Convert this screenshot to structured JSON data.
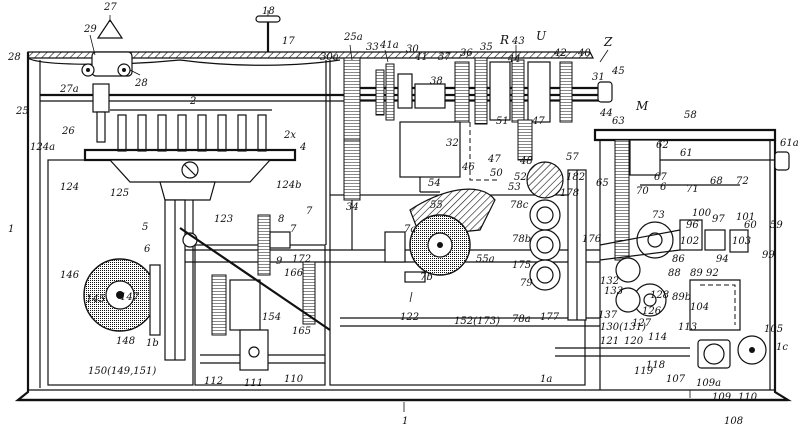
{
  "labels": {
    "l1": "1",
    "l1a": "1a",
    "l1b": "1b",
    "l1c": "1c",
    "l2": "2",
    "l2x": "2x",
    "l4": "4",
    "l5": "5",
    "l6": "6",
    "l7": "7",
    "l8": "8",
    "l9": "9",
    "l6b": "6",
    "l7a": "7a",
    "l7b": "7b",
    "l7c": "7",
    "l17": "17",
    "l18": "18",
    "l25": "25",
    "l25a": "25a",
    "l26": "26",
    "l27": "27",
    "l27a": "27a",
    "l28a": "28",
    "l28b": "28",
    "l29": "29",
    "l30": "30",
    "l30a": "30a",
    "l31": "31",
    "l32": "32",
    "l33": "33",
    "l34": "34",
    "l35": "35",
    "l36": "36",
    "l37": "37",
    "l38": "38",
    "l39": "39",
    "l40": "40",
    "l41": "41",
    "l41a": "41a",
    "l42": "42",
    "l43": "43",
    "l44": "44",
    "l45": "45",
    "l46": "46",
    "l47": "47",
    "l47b": "47",
    "l48": "48",
    "l50": "50",
    "l51": "51",
    "l52": "52",
    "l53": "53",
    "l54": "54",
    "l55": "55",
    "l55a": "55a",
    "l57": "57",
    "l58": "58",
    "l59": "59",
    "l60": "60",
    "l61": "61",
    "l61a": "61a",
    "l62": "62",
    "l63": "63",
    "l65": "65",
    "l67": "67",
    "l68": "68",
    "l70": "70",
    "l71": "71",
    "l72": "72",
    "l73": "73",
    "l78a": "78a",
    "l78b": "78b",
    "l78c": "78c",
    "l79": "79",
    "l86": "86",
    "l88": "88",
    "l89": "89",
    "l92": "92",
    "l94": "94",
    "l96": "96",
    "l97": "97",
    "l99": "99",
    "l100": "100",
    "l101": "101",
    "l102": "102",
    "l103": "103",
    "l104": "104",
    "l105": "105",
    "l107": "107",
    "l108": "108",
    "l109": "109",
    "l109a": "109a",
    "l110": "110",
    "l111": "111",
    "l112": "112",
    "l113": "113",
    "l114": "114",
    "l118": "118",
    "l119": "119",
    "l121": "121",
    "l122": "122",
    "l123": "123",
    "l124": "124",
    "l124a": "124a",
    "l124b": "124b",
    "l125": "125",
    "l126": "126",
    "l127": "127",
    "l128": "128",
    "l130": "130(131)",
    "l132": "132",
    "l133": "133",
    "l137": "137",
    "l145": "145",
    "l146": "146",
    "l147": "147",
    "l148": "148",
    "l150": "150(149,151)",
    "l152": "152(173)",
    "l154": "154",
    "l165": "165",
    "l166": "166",
    "l172": "172",
    "l175": "175",
    "l176": "176",
    "l177": "177",
    "l178": "178",
    "l182": "182",
    "l89b": "89b",
    "l126b": "126",
    "l120": "120",
    "lR": "R",
    "lU": "U",
    "lZ": "Z",
    "lM": "M"
  }
}
